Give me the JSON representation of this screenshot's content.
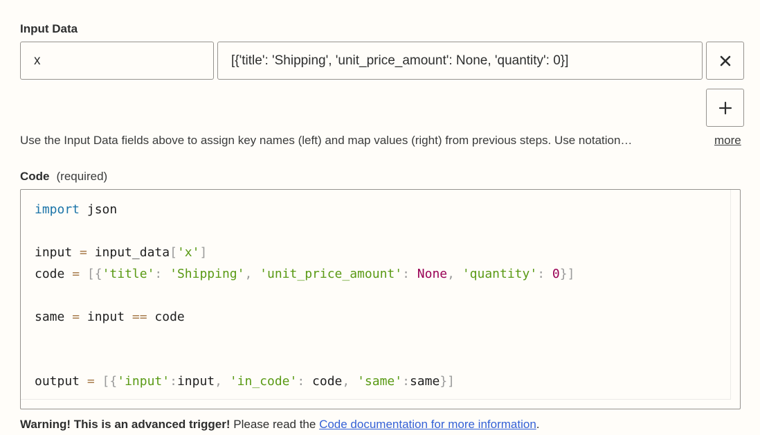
{
  "input_data": {
    "label": "Input Data",
    "key": "x",
    "value": "[{'title': 'Shipping', 'unit_price_amount': None, 'quantity': 0}]",
    "remove_icon": "close-icon",
    "add_icon": "plus-icon"
  },
  "help": {
    "text": "Use the Input Data fields above to assign key names (left) and map values (right) from previous steps. Use notation…",
    "more_link": "more"
  },
  "code": {
    "label": "Code",
    "required": "(required)",
    "lines": [
      "import json",
      "",
      "input = input_data['x']",
      "code = [{'title': 'Shipping', 'unit_price_amount': None, 'quantity': 0}]",
      "",
      "same = input == code",
      "",
      "",
      "output = [{'input':input, 'in_code': code, 'same':same}]"
    ]
  },
  "warning": {
    "bold": "Warning! This is an advanced trigger!",
    "text": " Please read the ",
    "link": "Code documentation for more information",
    "end": "."
  }
}
